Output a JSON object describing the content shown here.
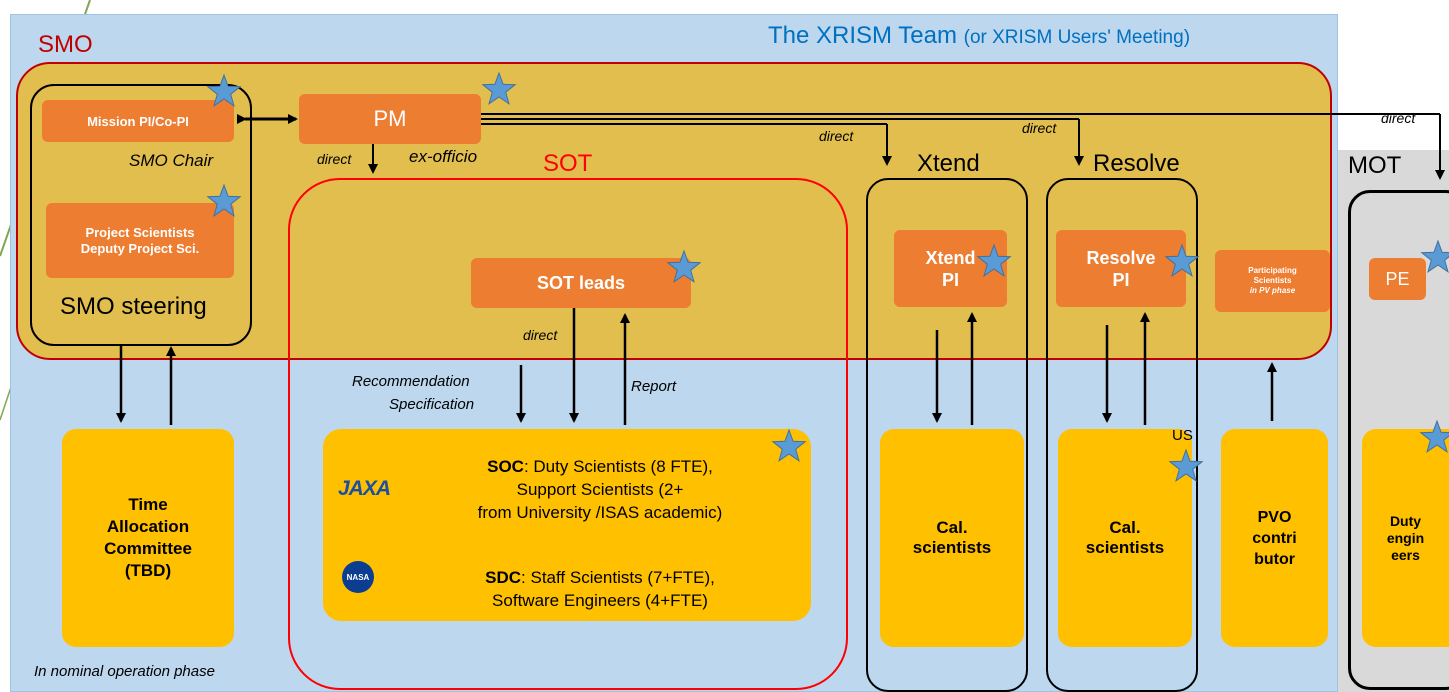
{
  "team": {
    "title": "The XRISM Team",
    "title_suffix": "(or XRISM Users' Meeting)",
    "phase_note": "In nominal operation phase"
  },
  "smo": {
    "label": "SMO",
    "mission_pi": "Mission PI/Co-PI",
    "smo_chair": "SMO Chair",
    "project_scientists_line1": "Project Scientists",
    "project_scientists_line2": "Deputy Project Sci.",
    "steering": "SMO steering",
    "pm": "PM",
    "ex_officio": "ex-officio",
    "participating_line1": "Participating",
    "participating_line2": "Scientists",
    "participating_line3": "in PV phase"
  },
  "sot": {
    "label": "SOT",
    "leads": "SOT leads",
    "recommendation": "Recommendation",
    "specification": "Specification",
    "report": "Report",
    "soc_name": "SOC",
    "soc_line1": ": Duty Scientists (8 FTE),",
    "soc_line2": "Support Scientists (2+",
    "soc_line3": "from University /ISAS academic)",
    "sdc_name": "SDC",
    "sdc_line1": ": Staff Scientists (7+FTE),",
    "sdc_line2": "Software Engineers (4+FTE)",
    "jaxa_logo": "JAXA",
    "nasa_logo": "NASA"
  },
  "xtend": {
    "label": "Xtend",
    "pi_line1": "Xtend",
    "pi_line2": "PI",
    "cal_line1": "Cal.",
    "cal_line2": "scientists"
  },
  "resolve": {
    "label": "Resolve",
    "pi_line1": "Resolve",
    "pi_line2": "PI",
    "us": "US",
    "cal_line1": "Cal.",
    "cal_line2": "scientists"
  },
  "pvo": {
    "line1": "PVO",
    "line2": "contri",
    "line3": "butor"
  },
  "mot": {
    "label": "MOT",
    "pe": "PE",
    "duty_line1": "Duty",
    "duty_line2": "engin",
    "duty_line3": "eers"
  },
  "tac": {
    "line1": "Time",
    "line2": "Allocation",
    "line3": "Committee",
    "line4": "(TBD)"
  },
  "labels": {
    "direct": "direct"
  },
  "colors": {
    "team_bg": "#BDD7EE",
    "smo_bg": "#E2BE4E",
    "smo_border": "#C00000",
    "sot_border": "#FF0000",
    "orange_box": "#ED7D31",
    "yellow_box": "#FFC000",
    "title_blue": "#0070C0",
    "star": "#5B9BD5"
  }
}
